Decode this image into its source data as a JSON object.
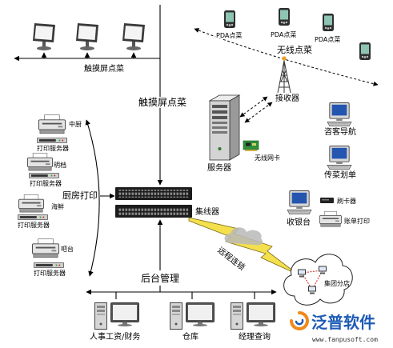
{
  "diagram": {
    "touch_label_top": "触摸屏点菜",
    "touch_label_center": "触摸屏点菜",
    "pda_labels": [
      "PDA点菜",
      "PDA点菜",
      "PDA点菜"
    ],
    "wireless_label": "无线点菜",
    "receiver_label": "接收器",
    "server_label": "服务器",
    "nic_label": "无线网卡",
    "hub_label": "集线器",
    "remote_label": "远程连锁",
    "branch_label": "集团分店",
    "kitchen": {
      "title": "厨房打印",
      "stations": [
        {
          "name": "中厨",
          "server": "打印服务器"
        },
        {
          "name": "明档",
          "server": "打印服务器"
        },
        {
          "name": "海鲜",
          "server": "打印服务器"
        },
        {
          "name": "吧台",
          "server": "打印服务器"
        }
      ]
    },
    "front_desk": {
      "guide": "咨客导航",
      "dispatch": "传菜划单",
      "cashier": "收银台",
      "card_reader": "刷卡器",
      "bill_print": "账单打印"
    },
    "backend": {
      "title": "后台管理",
      "terminals": [
        "人事工资/财务",
        "仓库",
        "经理查询"
      ]
    }
  },
  "logo": {
    "name": "泛普软件",
    "url": "www.fanpusoft.com"
  },
  "colors": {
    "line": "#000000",
    "lightning": "#f4e04d",
    "logo_blue": "#1d5bb5",
    "logo_orange": "#f08a1c",
    "nic_green": "#2f8f3a",
    "link_red": "#d62020",
    "screen_blue": "#2456b0"
  }
}
